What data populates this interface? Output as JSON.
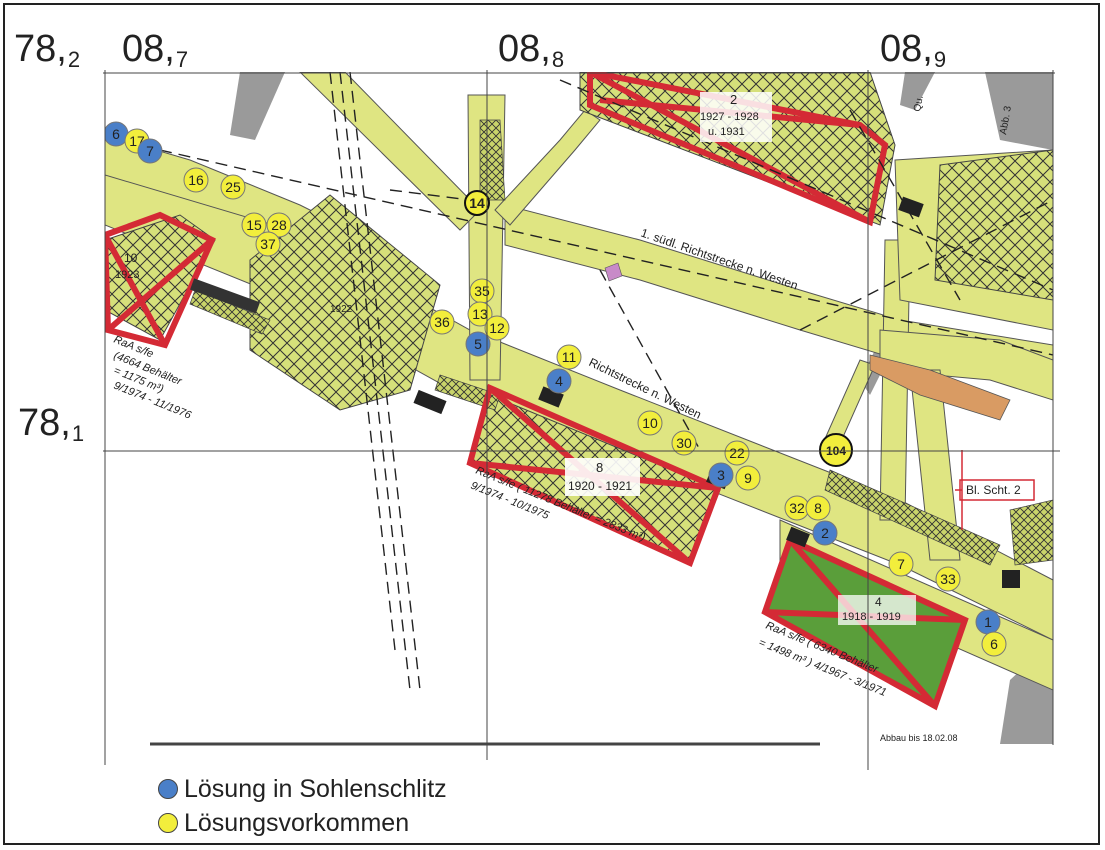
{
  "coords": {
    "y_top": {
      "main": "78,",
      "sub": "2"
    },
    "y_mid": {
      "main": "78,",
      "sub": "1"
    },
    "x": [
      {
        "main": "08,",
        "sub": "7"
      },
      {
        "main": "08,",
        "sub": "8"
      },
      {
        "main": "08,",
        "sub": "9"
      }
    ]
  },
  "labels": {
    "rich_west": "Richtstrecke n. Westen",
    "rich_sued": "1. südl. Richtstrecke n. Westen",
    "bl_scht": "Bl. Scht. 2",
    "chamber_2": "2",
    "chamber_2_years": "1927 - 1928",
    "chamber_2_years2": "u. 1931",
    "chamber_8": "8",
    "chamber_8_years": "1920 - 1921",
    "chamber_4": "4",
    "chamber_4_years": "1918 - 1919",
    "chamber_10": "10",
    "chamber_10_years": "1923",
    "chamber_9_years": "1922",
    "raa_left": "RaA s/fe",
    "raa_left_2": "(4664 Behälter",
    "raa_left_3": "= 1175 m³)",
    "raa_left_4": "9/1974 - 11/1976",
    "raa_mid": "RaA s/fe ( 11278 Behälter = 2833 m³)",
    "raa_mid_2": "9/1974 - 10/1975",
    "raa_right": "RaA s/fe ( 6340 Behälter",
    "raa_right_2": "= 1498 m³ ) 4/1967 - 3/1971",
    "abbau": "Abbau bis 18.02.08",
    "qu": "Qu.",
    "abb": "Abb. 3"
  },
  "markers": [
    {
      "label": "6",
      "color": "#4a7fc8"
    },
    {
      "label": "17",
      "color": "#f2ee3c"
    },
    {
      "label": "7",
      "color": "#4a7fc8"
    },
    {
      "label": "16",
      "color": "#f2ee3c"
    },
    {
      "label": "25",
      "color": "#f2ee3c"
    },
    {
      "label": "15",
      "color": "#f2ee3c"
    },
    {
      "label": "28",
      "color": "#f2ee3c"
    },
    {
      "label": "37",
      "color": "#f2ee3c"
    },
    {
      "label": "14",
      "color": "#f2ee3c"
    },
    {
      "label": "35",
      "color": "#f2ee3c"
    },
    {
      "label": "13",
      "color": "#f2ee3c"
    },
    {
      "label": "12",
      "color": "#f2ee3c"
    },
    {
      "label": "36",
      "color": "#f2ee3c"
    },
    {
      "label": "5",
      "color": "#4a7fc8"
    },
    {
      "label": "11",
      "color": "#f2ee3c"
    },
    {
      "label": "4",
      "color": "#4a7fc8"
    },
    {
      "label": "10",
      "color": "#f2ee3c"
    },
    {
      "label": "30",
      "color": "#f2ee3c"
    },
    {
      "label": "22",
      "color": "#f2ee3c"
    },
    {
      "label": "3",
      "color": "#4a7fc8"
    },
    {
      "label": "9",
      "color": "#f2ee3c"
    },
    {
      "label": "104",
      "color": "#f2ee3c"
    },
    {
      "label": "32",
      "color": "#f2ee3c"
    },
    {
      "label": "8",
      "color": "#f2ee3c"
    },
    {
      "label": "2",
      "color": "#4a7fc8"
    },
    {
      "label": "7",
      "color": "#f2ee3c"
    },
    {
      "label": "33",
      "color": "#f2ee3c"
    },
    {
      "label": "1",
      "color": "#4a7fc8"
    },
    {
      "label": "6",
      "color": "#f2ee3c"
    }
  ],
  "legend": [
    {
      "label": "Lösung in Sohlenschlitz",
      "color": "#4a7fc8"
    },
    {
      "label": "Lösungsvorkommen",
      "color": "#f2ee3c"
    }
  ]
}
